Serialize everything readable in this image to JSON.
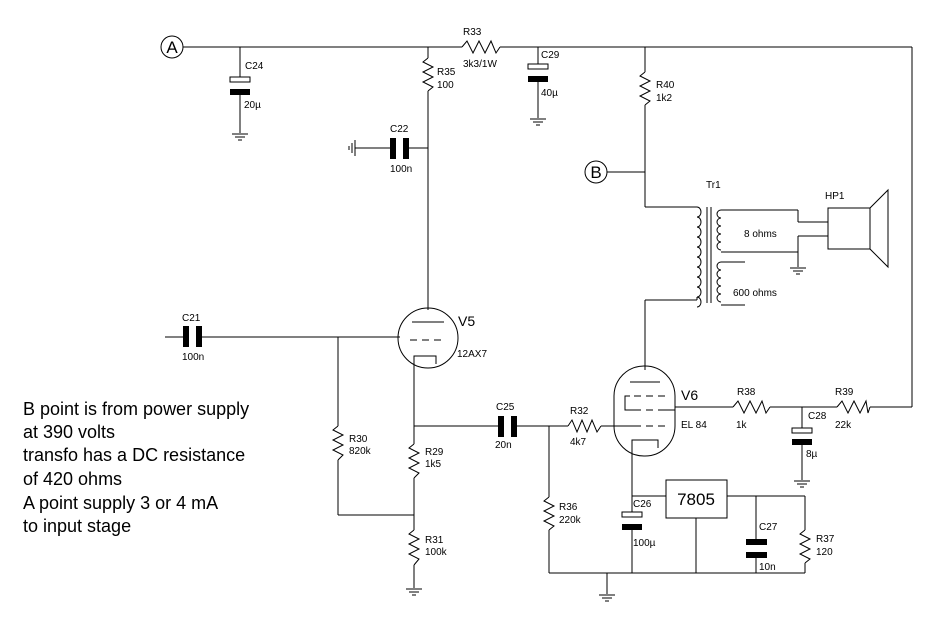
{
  "nodes": {
    "a": "A",
    "b": "B"
  },
  "components": {
    "c24": {
      "ref": "C24",
      "value": "20µ"
    },
    "c22": {
      "ref": "C22",
      "value": "100n"
    },
    "c21": {
      "ref": "C21",
      "value": "100n"
    },
    "c25": {
      "ref": "C25",
      "value": "20n"
    },
    "c26": {
      "ref": "C26",
      "value": "100µ"
    },
    "c27": {
      "ref": "C27",
      "value": "10n"
    },
    "c28": {
      "ref": "C28",
      "value": "8µ"
    },
    "c29": {
      "ref": "C29",
      "value": "40µ"
    },
    "r29": {
      "ref": "R29",
      "value": "1k5"
    },
    "r30": {
      "ref": "R30",
      "value": "820k"
    },
    "r31": {
      "ref": "R31",
      "value": "100k"
    },
    "r32": {
      "ref": "R32",
      "value": "4k7"
    },
    "r33": {
      "ref": "R33",
      "value": "3k3/1W"
    },
    "r35": {
      "ref": "R35",
      "value": "100"
    },
    "r36": {
      "ref": "R36",
      "value": "220k"
    },
    "r37": {
      "ref": "R37",
      "value": "120"
    },
    "r38": {
      "ref": "R38",
      "value": "1k"
    },
    "r39": {
      "ref": "R39",
      "value": "22k"
    },
    "r40": {
      "ref": "R40",
      "value": "1k2"
    },
    "v5": {
      "ref": "V5",
      "value": "12AX7"
    },
    "v6": {
      "ref": "V6",
      "value": "EL 84"
    },
    "tr1": {
      "ref": "Tr1",
      "secondary_8": "8 ohms",
      "secondary_600": "600 ohms"
    },
    "hp1": {
      "ref": "HP1"
    },
    "reg": {
      "ref": "7805"
    }
  },
  "notes": [
    "B point is from power supply",
    "at 390 volts",
    "transfo has a DC  resistance",
    "of 420 ohms",
    "A point supply 3 or 4 mA",
    "to input stage"
  ]
}
